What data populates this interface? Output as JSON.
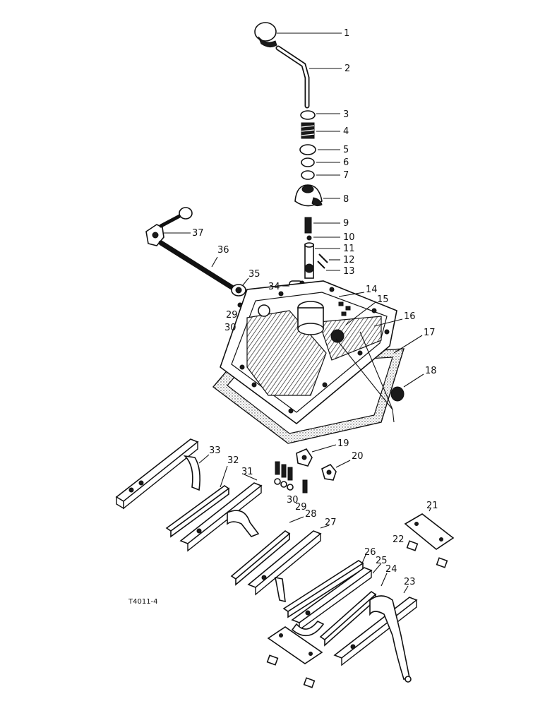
{
  "drawing_code": "T4011-4",
  "callouts": [
    "1",
    "2",
    "3",
    "4",
    "5",
    "6",
    "7",
    "8",
    "9",
    "10",
    "11",
    "12",
    "13",
    "14",
    "15",
    "16",
    "17",
    "18",
    "19",
    "20",
    "21",
    "22",
    "23",
    "24",
    "25",
    "26",
    "27",
    "28",
    "29",
    "30",
    "31",
    "32",
    "33",
    "34",
    "35",
    "36",
    "37"
  ],
  "extra_callouts": {
    "second_29": "29",
    "second_30": "30"
  }
}
